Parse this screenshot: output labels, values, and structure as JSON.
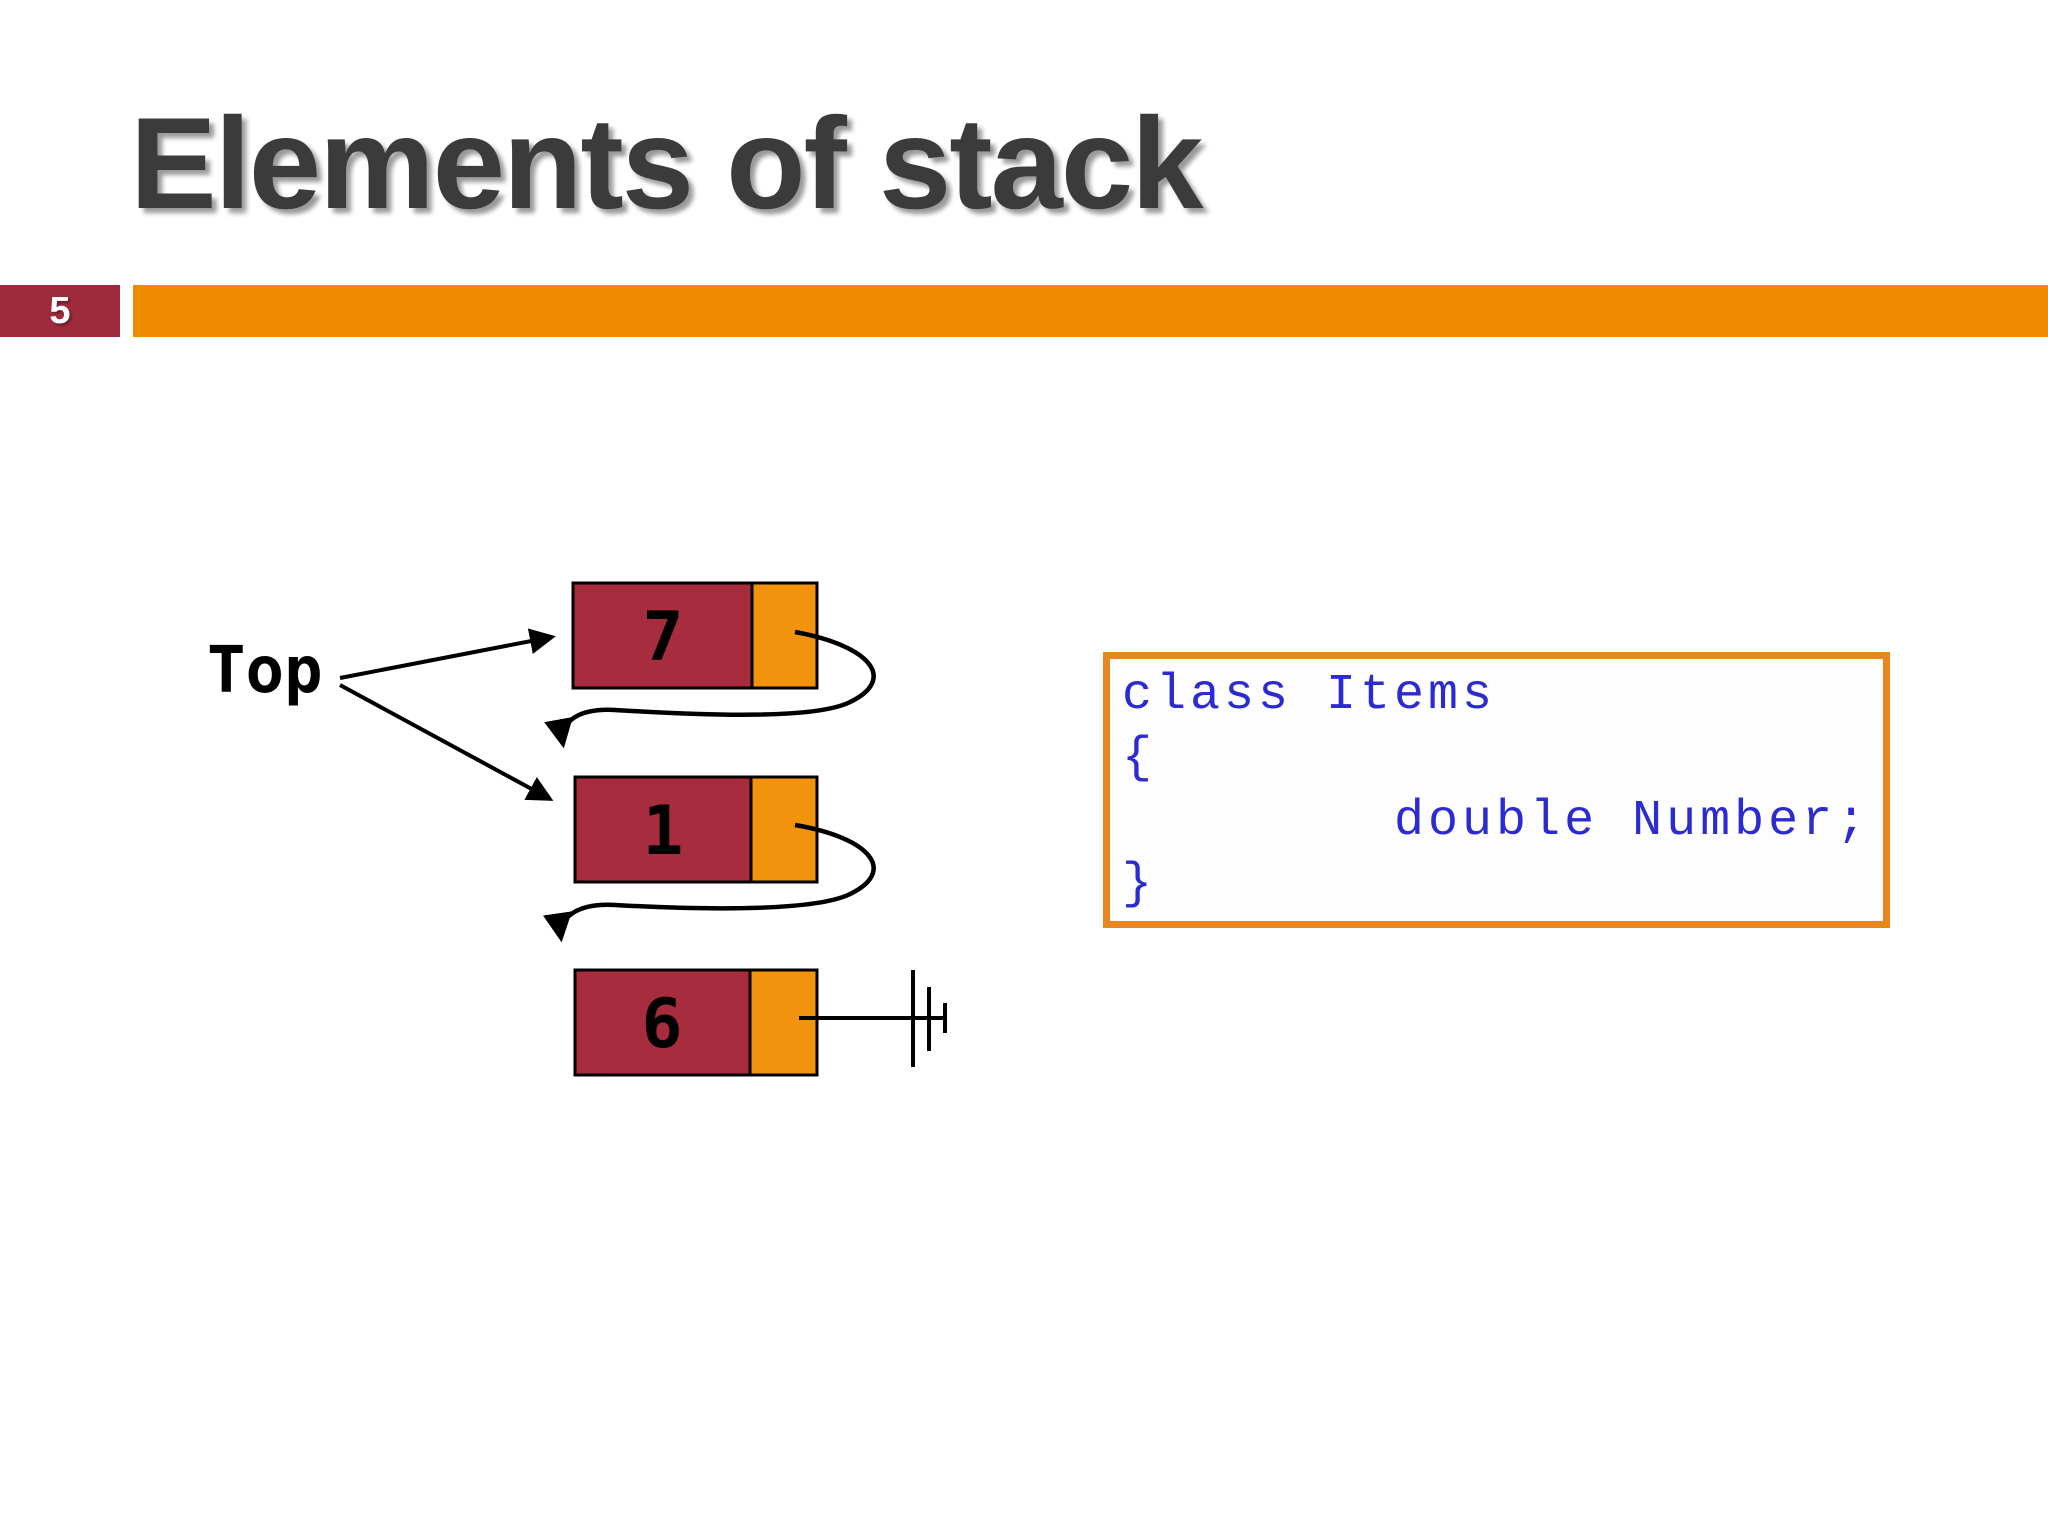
{
  "slide": {
    "title": "Elements of stack",
    "page_number": "5"
  },
  "diagram": {
    "top_label": "Top",
    "nodes": [
      {
        "value": "7"
      },
      {
        "value": "1"
      },
      {
        "value": "6"
      }
    ],
    "null_symbol": "ground-terminator"
  },
  "code": {
    "lines": [
      "class Items",
      "{",
      "        double Number;",
      "}"
    ]
  },
  "colors": {
    "title_gray": "#3b3b3b",
    "page_chip_maroon": "#9e2a3c",
    "accent_orange": "#ee8a00",
    "node_red": "#a62c3e",
    "node_pointer_orange": "#f2920d",
    "code_border_orange": "#e8871e",
    "code_text_blue": "#2b2bd0"
  }
}
